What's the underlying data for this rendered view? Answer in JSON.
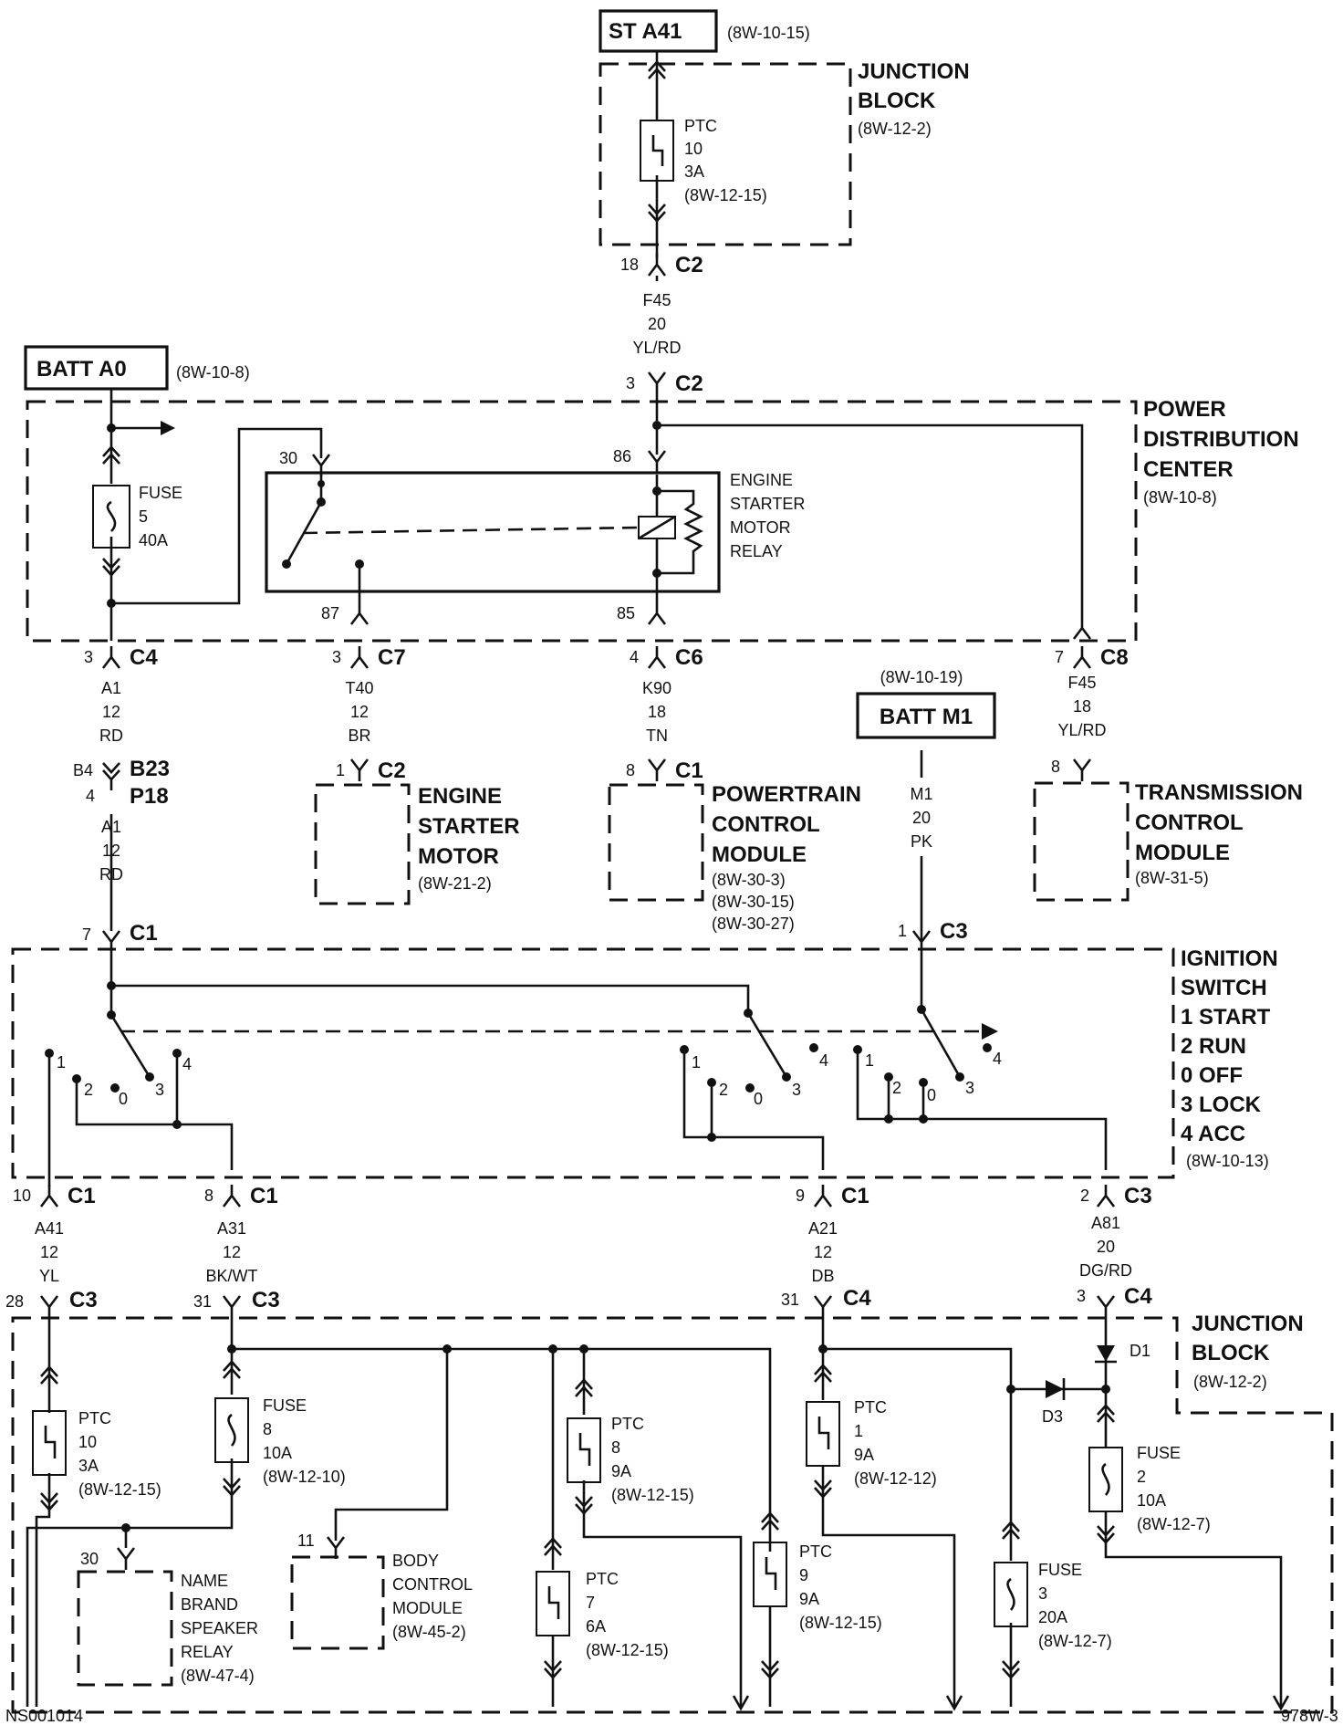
{
  "sources": {
    "st_a41": {
      "name": "ST A41",
      "ref": "(8W-10-15)"
    },
    "batt_a0": {
      "name": "BATT A0",
      "ref": "(8W-10-8)"
    },
    "batt_m1": {
      "name": "BATT M1",
      "ref": "(8W-10-19)"
    }
  },
  "junction_block_top": {
    "title_line1": "JUNCTION",
    "title_line2": "BLOCK",
    "ref": "(8W-12-2)",
    "ptc": {
      "l1": "PTC",
      "l2": "10",
      "l3": "3A",
      "l4": "(8W-12-15)"
    }
  },
  "pdc": {
    "title_line1": "POWER",
    "title_line2": "DISTRIBUTION",
    "title_line3": "CENTER",
    "ref": "(8W-10-8)",
    "fuse": {
      "l1": "FUSE",
      "l2": "5",
      "l3": "40A"
    },
    "relay": {
      "l1": "ENGINE",
      "l2": "STARTER",
      "l3": "MOTOR",
      "l4": "RELAY"
    },
    "pins": {
      "p30": "30",
      "p86": "86",
      "p87": "87",
      "p85": "85"
    }
  },
  "connectors": {
    "c2_18": {
      "pin": "18",
      "name": "C2"
    },
    "c2_3": {
      "pin": "3",
      "name": "C2"
    },
    "c4_3": {
      "pin": "3",
      "name": "C4"
    },
    "c7_3": {
      "pin": "3",
      "name": "C7"
    },
    "c6_4": {
      "pin": "4",
      "name": "C6"
    },
    "c8_7": {
      "pin": "7",
      "name": "C8"
    },
    "esm_c2": {
      "pin": "1",
      "name": "C2"
    },
    "pcm_c1": {
      "pin": "8",
      "name": "C1"
    },
    "tcm_pin": {
      "pin": "8"
    },
    "b23": {
      "pin": "B4",
      "name": "B23"
    },
    "p18": {
      "pin": "4",
      "name": "P18"
    },
    "ign_c1_7": {
      "pin": "7",
      "name": "C1"
    },
    "ign_c3_1": {
      "pin": "1",
      "name": "C3"
    },
    "ign_c1_10": {
      "pin": "10",
      "name": "C1"
    },
    "ign_c1_8": {
      "pin": "8",
      "name": "C1"
    },
    "ign_c1_9": {
      "pin": "9",
      "name": "C1"
    },
    "ign_c3_2": {
      "pin": "2",
      "name": "C3"
    },
    "jb_c3_28": {
      "pin": "28",
      "name": "C3"
    },
    "jb_c3_31": {
      "pin": "31",
      "name": "C3"
    },
    "jb_c4_31": {
      "pin": "31",
      "name": "C4"
    },
    "jb_c4_3": {
      "pin": "3",
      "name": "C4"
    },
    "nbsr_pin": {
      "pin": "30"
    },
    "bcm_pin": {
      "pin": "11"
    }
  },
  "wires": {
    "f45_top": {
      "circuit": "F45",
      "gauge": "20",
      "color": "YL/RD"
    },
    "a1_upper": {
      "circuit": "A1",
      "gauge": "12",
      "color": "RD"
    },
    "a1_lower": {
      "circuit": "A1",
      "gauge": "12",
      "color": "RD"
    },
    "t40": {
      "circuit": "T40",
      "gauge": "12",
      "color": "BR"
    },
    "k90": {
      "circuit": "K90",
      "gauge": "18",
      "color": "TN"
    },
    "f45_right": {
      "circuit": "F45",
      "gauge": "18",
      "color": "YL/RD"
    },
    "m1": {
      "circuit": "M1",
      "gauge": "20",
      "color": "PK"
    },
    "a41": {
      "circuit": "A41",
      "gauge": "12",
      "color": "YL"
    },
    "a31": {
      "circuit": "A31",
      "gauge": "12",
      "color": "BK/WT"
    },
    "a21": {
      "circuit": "A21",
      "gauge": "12",
      "color": "DB"
    },
    "a81": {
      "circuit": "A81",
      "gauge": "20",
      "color": "DG/RD"
    }
  },
  "modules": {
    "esm": {
      "l1": "ENGINE",
      "l2": "STARTER",
      "l3": "MOTOR",
      "ref": "(8W-21-2)"
    },
    "pcm": {
      "l1": "POWERTRAIN",
      "l2": "CONTROL",
      "l3": "MODULE",
      "ref1": "(8W-30-3)",
      "ref2": "(8W-30-15)",
      "ref3": "(8W-30-27)"
    },
    "tcm": {
      "l1": "TRANSMISSION",
      "l2": "CONTROL",
      "l3": "MODULE",
      "ref": "(8W-31-5)"
    },
    "nbsr": {
      "l1": "NAME",
      "l2": "BRAND",
      "l3": "SPEAKER",
      "l4": "RELAY",
      "ref": "(8W-47-4)"
    },
    "bcm": {
      "l1": "BODY",
      "l2": "CONTROL",
      "l3": "MODULE",
      "ref": "(8W-45-2)"
    }
  },
  "ignition_switch": {
    "title_line1": "IGNITION",
    "title_line2": "SWITCH",
    "legend1": "1 START",
    "legend2": "2 RUN",
    "legend3": "0 OFF",
    "legend4": "3 LOCK",
    "legend5": "4 ACC",
    "ref": "(8W-10-13)",
    "pos": {
      "p1": "1",
      "p2": "2",
      "p0": "0",
      "p3": "3",
      "p4": "4"
    }
  },
  "junction_block_bottom": {
    "title_line1": "JUNCTION",
    "title_line2": "BLOCK",
    "ref": "(8W-12-2)",
    "ptc10": {
      "l1": "PTC",
      "l2": "10",
      "l3": "3A",
      "l4": "(8W-12-15)"
    },
    "fuse8": {
      "l1": "FUSE",
      "l2": "8",
      "l3": "10A",
      "l4": "(8W-12-10)"
    },
    "ptc8": {
      "l1": "PTC",
      "l2": "8",
      "l3": "9A",
      "l4": "(8W-12-15)"
    },
    "ptc7": {
      "l1": "PTC",
      "l2": "7",
      "l3": "6A",
      "l4": "(8W-12-15)"
    },
    "ptc9": {
      "l1": "PTC",
      "l2": "9",
      "l3": "9A",
      "l4": "(8W-12-15)"
    },
    "ptc1": {
      "l1": "PTC",
      "l2": "1",
      "l3": "9A",
      "l4": "(8W-12-12)"
    },
    "fuse3": {
      "l1": "FUSE",
      "l2": "3",
      "l3": "20A",
      "l4": "(8W-12-7)"
    },
    "fuse2": {
      "l1": "FUSE",
      "l2": "2",
      "l3": "10A",
      "l4": "(8W-12-7)"
    },
    "d1": "D1",
    "d3": "D3"
  },
  "footer": {
    "left_id": "NS001014",
    "right_id": "978W-3"
  }
}
